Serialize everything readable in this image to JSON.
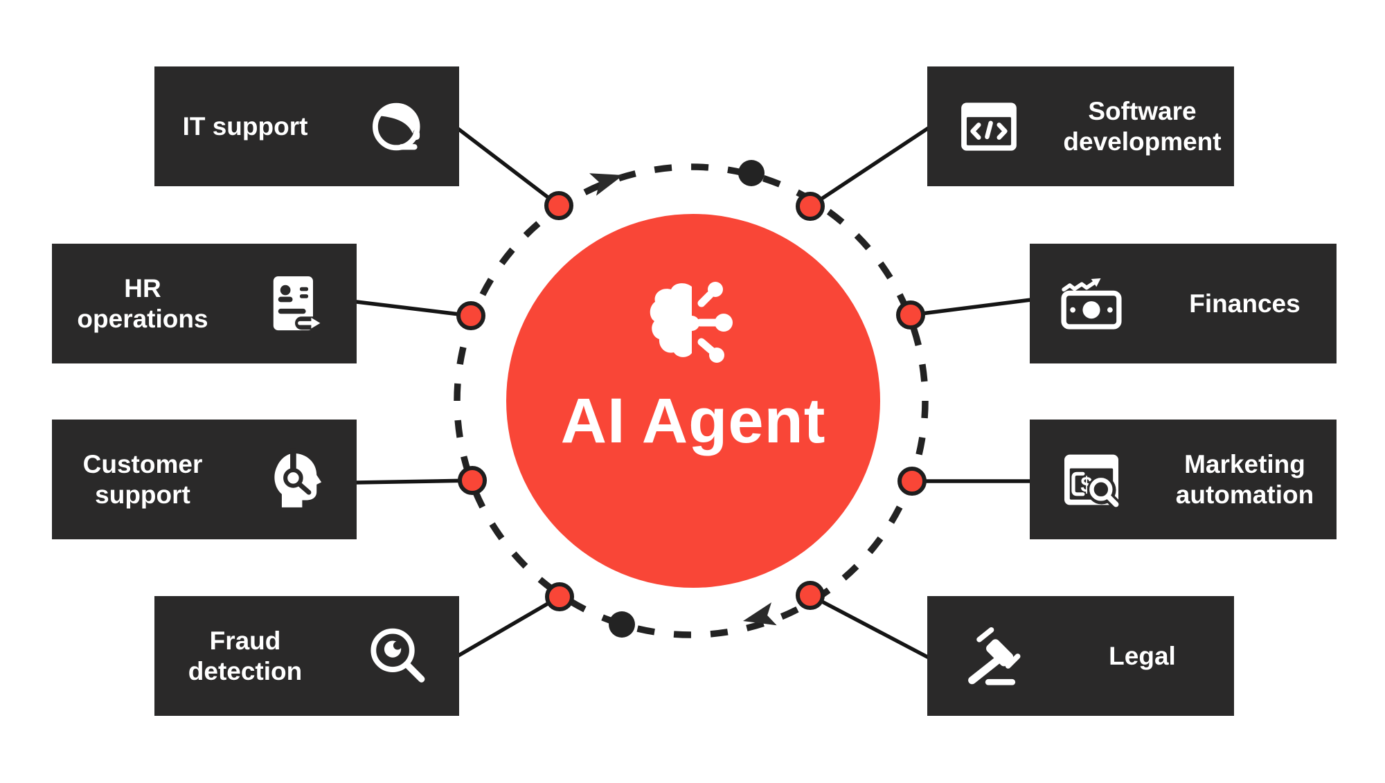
{
  "center": {
    "label": "AI Agent",
    "icon": "brain-circuit-icon"
  },
  "icons": {
    "dollar_glyph": "$"
  },
  "colors": {
    "accent_red": "#f94637",
    "panel_dark": "#2a2929",
    "ink_black": "#1e1e1e",
    "text_white": "#ffffff",
    "background": "#ffffff"
  },
  "boxes": [
    {
      "label": "IT support",
      "icon": "headset-agent-icon"
    },
    {
      "label": "HR operations",
      "icon": "id-card-transfer-icon"
    },
    {
      "label": "Customer support",
      "icon": "support-head-magnifier-icon"
    },
    {
      "label": "Fraud detection",
      "icon": "magnifier-eye-icon"
    },
    {
      "label": "Software development",
      "icon": "code-window-icon"
    },
    {
      "label": "Finances",
      "icon": "banknote-growth-icon"
    },
    {
      "label": "Marketing automation",
      "icon": "marketing-search-icon"
    },
    {
      "label": "Legal",
      "icon": "gavel-icon"
    }
  ]
}
